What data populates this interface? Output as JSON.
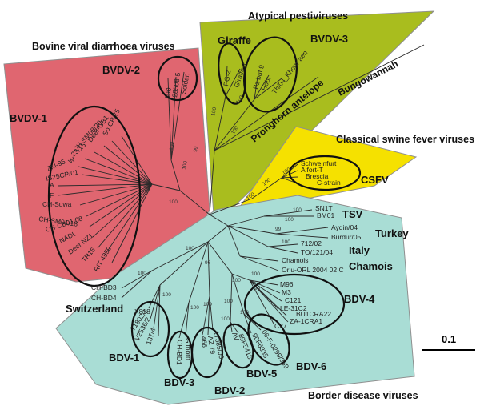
{
  "colors": {
    "bvdv_region": "#e06670",
    "pesti_region": "#a9bd1e",
    "csfv_region": "#f5e100",
    "bdv_region": "#a9ddd5"
  },
  "headers": {
    "bovine": "Bovine viral diarrhoea viruses",
    "atypical": "Atypical pestiviruses",
    "classical": "Classical swine fever viruses",
    "border": "Border disease viruses"
  },
  "groups": {
    "bvdv1": "BVDV-1",
    "bvdv2": "BVDV-2",
    "giraffe": "Giraffe",
    "bvdv3": "BVDV-3",
    "pronghorn": "Pronghorn antelope",
    "bungowannah": "Bungowannah",
    "csfv": "CSFV",
    "tsv": "TSV",
    "turkey": "Turkey",
    "italy": "Italy",
    "chamois": "Chamois",
    "switzerland": "Switzerland",
    "bdv1": "BDV-1",
    "bdv2": "BDV-2",
    "bdv3": "BDV-3",
    "bdv4": "BDV-4",
    "bdv5": "BDV-5",
    "bdv6": "BDV-6"
  },
  "leaves": {
    "bvdv2": [
      "890",
      "28508-5",
      "Soldan"
    ],
    "bvdv1": [
      "So CP/75",
      "Deer-GB1",
      "CH-SM08/20",
      "23/15",
      "W",
      "ZM-95",
      "IS25CP/01",
      "A",
      "F",
      "CH-Suwa",
      "CH-SM01/18",
      "CH-CB01/08",
      "NADL",
      "Deer NZ1",
      "TR16",
      "RIT 4350"
    ],
    "giraffe": [
      "PG-2",
      "Giraffe-1"
    ],
    "bvdv3": [
      "Bz buf 9",
      "Hobi",
      "Th/04_KhonKaen"
    ],
    "csfv": [
      "Schweinfurt",
      "Alfort-T",
      "Brescia",
      "C-strain"
    ],
    "tsv": [
      "SN1T",
      "BM01"
    ],
    "turkey": [
      "Aydin/04",
      "Burdur/05"
    ],
    "italy": [
      "712/02",
      "TO/121/04"
    ],
    "chamois": [
      "Chamois",
      "Orlu-ORL 2004 02 C"
    ],
    "bdv4": [
      "M96",
      "M3",
      "C121",
      "LE-31C2",
      "BU1CRA22",
      "ZA-1CRA1",
      "C27"
    ],
    "bdv6": [
      "06-F-0299/369",
      "90F6335"
    ],
    "bdv5": [
      "AV",
      "89F5415"
    ],
    "bdv2": [
      "17385/00",
      "AZ 79",
      "466"
    ],
    "bdv3": [
      "Gifhorn",
      "CH-BD1"
    ],
    "bdv1": [
      "X818",
      "T1802/1",
      "V2536/2",
      "137/4"
    ],
    "switzerland": [
      "CH-BD3",
      "CH-BD4"
    ]
  },
  "bootstrap": {
    "b1": "100",
    "b2": "100",
    "b3": "100",
    "b4": "99",
    "b5": "100",
    "b6": "100",
    "b7": "100",
    "b8": "100",
    "b9": "100",
    "b10": "100",
    "b11": "100",
    "b12": "100",
    "b13": "99",
    "b14": "100",
    "b15": "96",
    "b16": "100",
    "b17": "100",
    "b18": "100",
    "b19": "100",
    "b20": "100",
    "b21": "100",
    "b22": "100",
    "b23": "100",
    "b24": "99",
    "b25": "100",
    "b26": "100"
  },
  "scale_label": "0.1"
}
